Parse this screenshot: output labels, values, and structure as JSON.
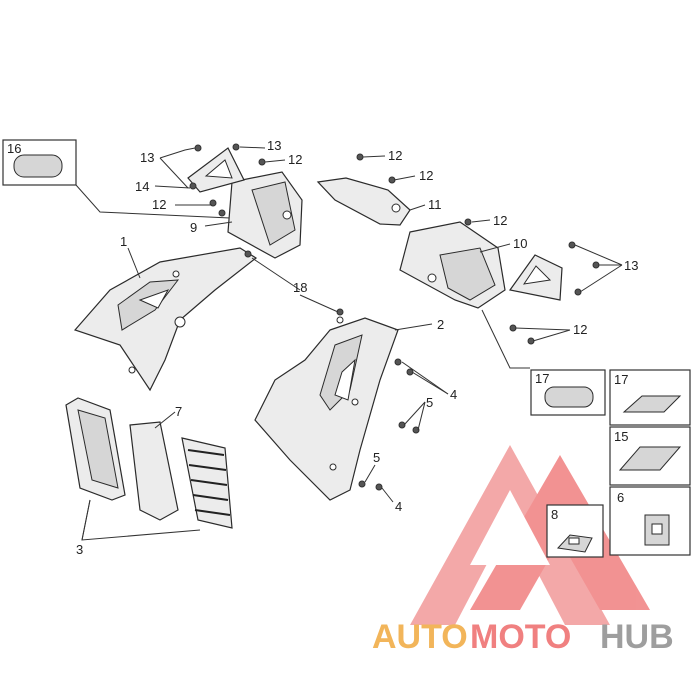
{
  "callouts": [
    "1",
    "2",
    "3",
    "4",
    "4",
    "5",
    "5",
    "6",
    "7",
    "8",
    "9",
    "10",
    "11",
    "12",
    "12",
    "12",
    "12",
    "12",
    "12",
    "13",
    "13",
    "13",
    "14",
    "15",
    "16",
    "17",
    "17",
    "18"
  ],
  "watermark": {
    "part1": "AUTO",
    "part2": "MOTO",
    "part3": "HUB",
    "color1": "#f2b55a",
    "color2": "#f08080",
    "color3": "#9e9e9e",
    "logo_color": "#f07878"
  }
}
